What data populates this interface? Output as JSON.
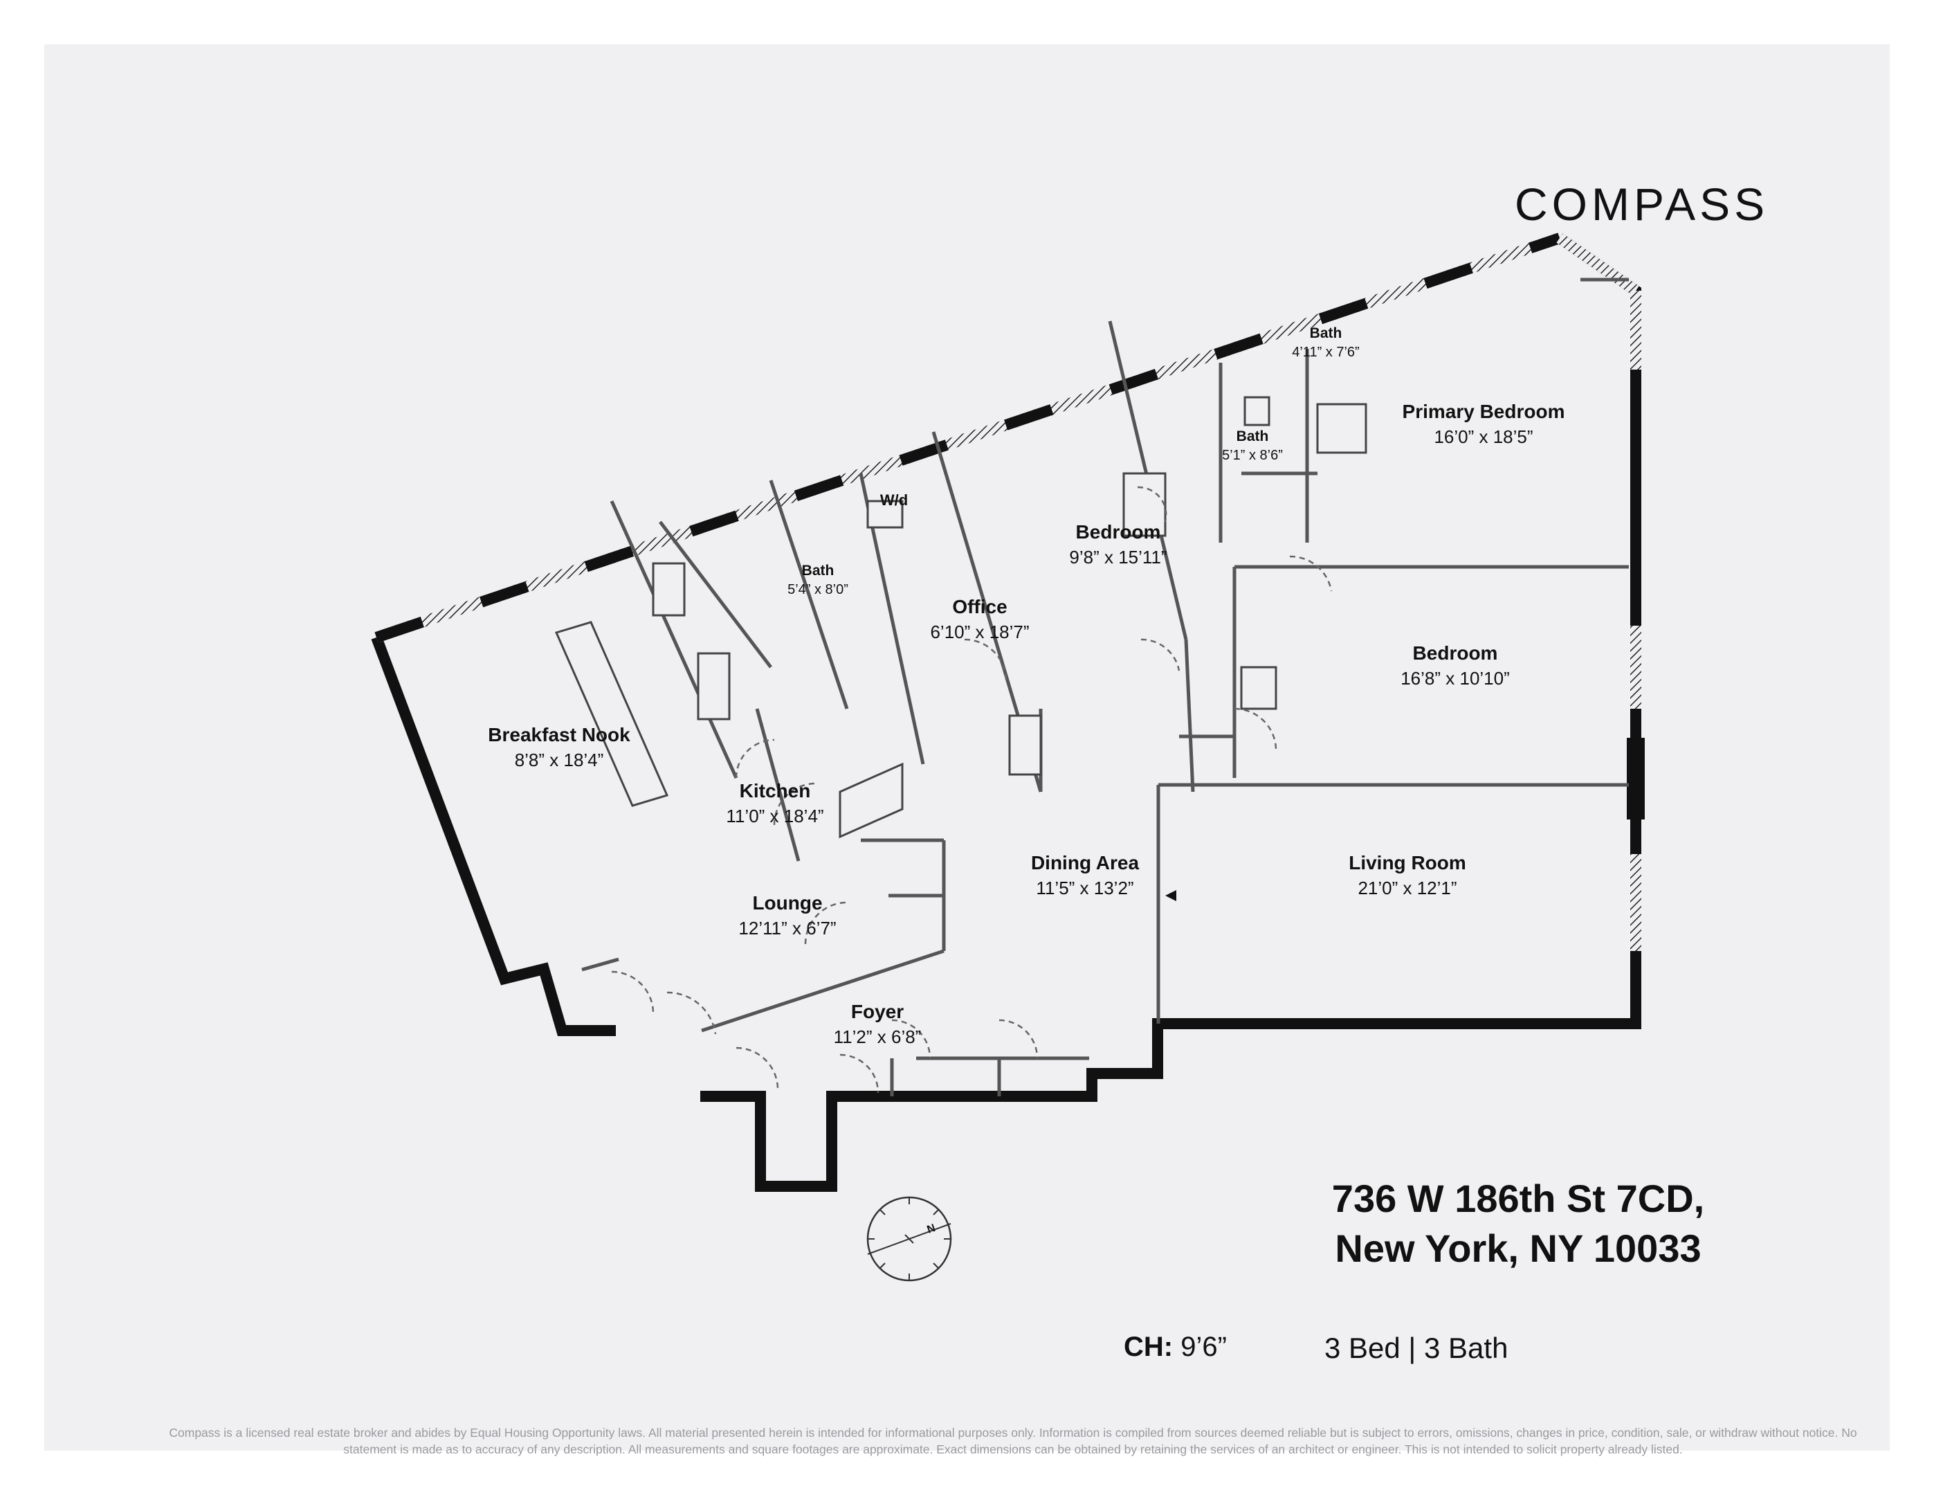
{
  "brand": {
    "name": "COMPASS"
  },
  "property": {
    "address_line1": "736 W 186th St 7CD,",
    "address_line2": "New York, NY 10033",
    "ceiling_label": "CH:",
    "ceiling_value": "9’6”",
    "summary": "3 Bed | 3 Bath"
  },
  "rooms": {
    "primary_bedroom": {
      "name": "Primary Bedroom",
      "dims": "16’0” x 18’5”"
    },
    "bath_primary": {
      "name": "Bath",
      "dims": "4’11” x 7’6”"
    },
    "bath_hall": {
      "name": "Bath",
      "dims": "5’1” x 8’6”"
    },
    "bedroom_1": {
      "name": "Bedroom",
      "dims": "9’8” x 15’11”"
    },
    "bedroom_2": {
      "name": "Bedroom",
      "dims": "16’8” x 10’10”"
    },
    "office": {
      "name": "Office",
      "dims": "6’10” x 18’7”"
    },
    "bath_small": {
      "name": "Bath",
      "dims": "5’4” x 8’0”"
    },
    "washer_dryer": {
      "name": "W/d"
    },
    "breakfast_nook": {
      "name": "Breakfast Nook",
      "dims": "8’8” x 18’4”"
    },
    "kitchen": {
      "name": "Kitchen",
      "dims": "11’0” x 18’4”"
    },
    "lounge": {
      "name": "Lounge",
      "dims": "12’11” x 6’7”"
    },
    "dining_area": {
      "name": "Dining Area",
      "dims": "11’5” x 13’2”"
    },
    "living_room": {
      "name": "Living Room",
      "dims": "21’0” x 12’1”"
    },
    "foyer": {
      "name": "Foyer",
      "dims": "11’2” x 6’8”"
    }
  },
  "compass_rose": {
    "label": "N",
    "icon": "north-arrow-icon"
  },
  "disclaimer": "Compass is a licensed real estate broker and abides by Equal Housing Opportunity laws. All material presented herein is intended for informational purposes only. Information is compiled from sources deemed reliable but is subject to errors, omissions, changes in price, condition, sale, or withdraw without notice. No statement is made as to accuracy of any description. All measurements and square footages are approximate. Exact dimensions can be obtained by retaining the services of an architect or engineer. This is not intended to solicit property already listed.",
  "colors": {
    "background": "#f0f0f2",
    "wall": "#111111",
    "text": "#111111",
    "disclaimer": "#9a9a9e"
  }
}
